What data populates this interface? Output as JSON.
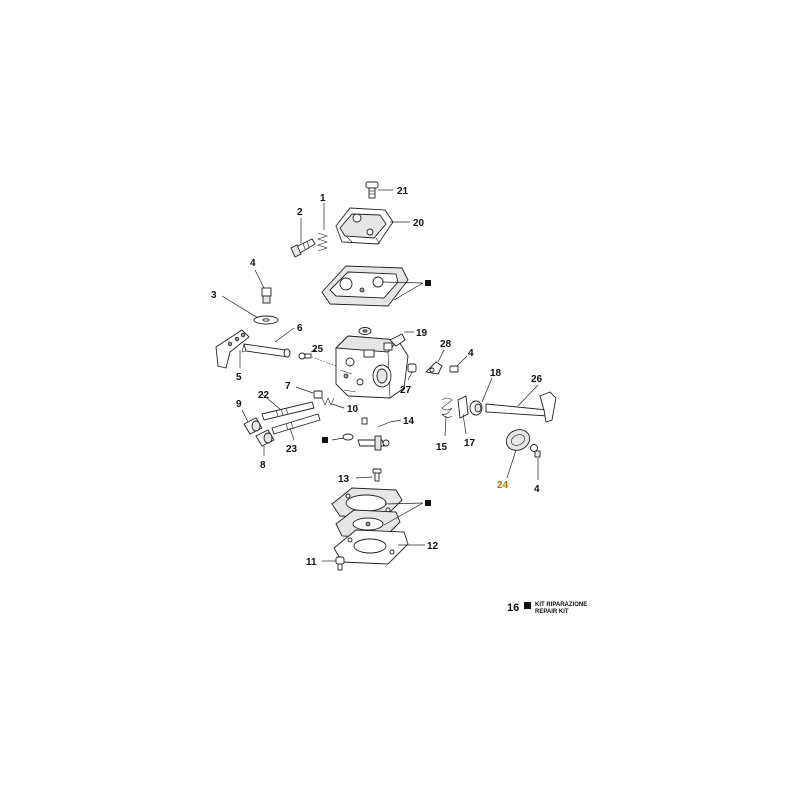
{
  "callouts": {
    "c1": "1",
    "c2": "2",
    "c3": "3",
    "c4a": "4",
    "c4b": "4",
    "c4c": "4",
    "c5": "5",
    "c6": "6",
    "c7": "7",
    "c8": "8",
    "c9": "9",
    "c10": "10",
    "c11": "11",
    "c12": "12",
    "c13": "13",
    "c14": "14",
    "c15": "15",
    "c17": "17",
    "c18": "18",
    "c19": "19",
    "c20": "20",
    "c21": "21",
    "c22": "22",
    "c23": "23",
    "c24": "24",
    "c25": "25",
    "c26": "26",
    "c27": "27",
    "c28": "28"
  },
  "legend": {
    "number": "16",
    "line1": "KIT RIPARAZIONE",
    "line2": "REPAIR KIT"
  },
  "colors": {
    "highlight": "#c0700a",
    "ink": "#111111"
  }
}
